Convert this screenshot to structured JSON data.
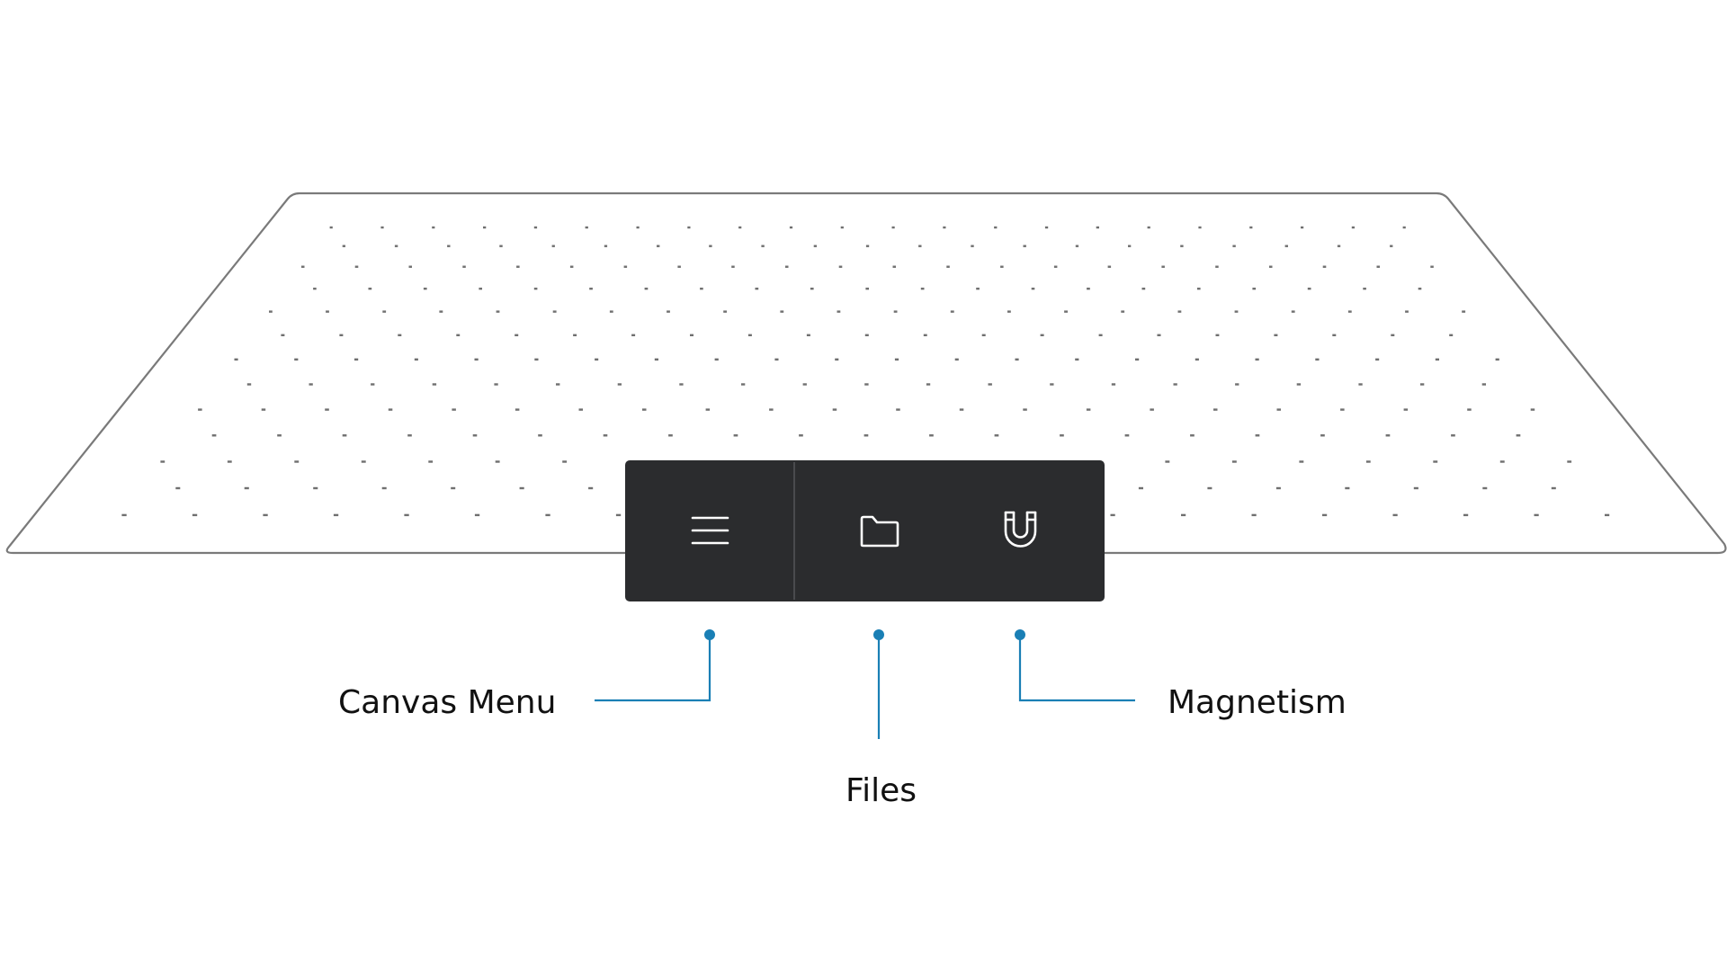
{
  "colors": {
    "toolbar": "#2b2c2e",
    "toolbar_divider": "#4a4b4e",
    "icon": "#ffffff",
    "accent": "#1a7fb5",
    "grid_dot": "#6f6f6f",
    "label": "#111111"
  },
  "toolbar": {
    "items": [
      {
        "id": "canvas-menu",
        "icon": "hamburger-menu-icon"
      },
      {
        "id": "files",
        "icon": "folder-icon"
      },
      {
        "id": "magnetism",
        "icon": "magnet-icon"
      }
    ]
  },
  "callouts": {
    "canvas_menu": {
      "label": "Canvas Menu"
    },
    "files": {
      "label": "Files"
    },
    "magnetism": {
      "label": "Magnetism"
    }
  }
}
